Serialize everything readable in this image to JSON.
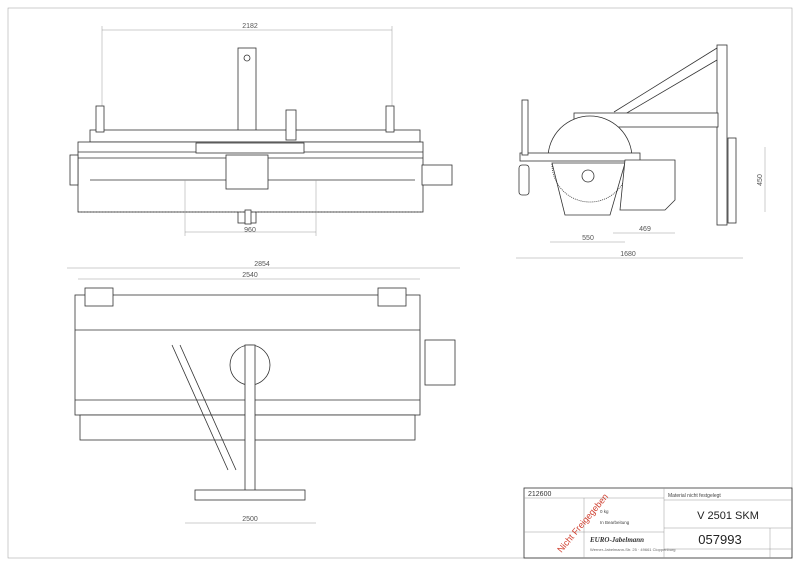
{
  "dimensions": {
    "front_width": "2182",
    "front_inner": "960",
    "side_brush": "550",
    "side_housing": "469",
    "side_total": "1680",
    "side_height": "450",
    "top_total": "2854",
    "top_inner": "2540",
    "top_bottom": "2500"
  },
  "title_block": {
    "article_no": "212600",
    "material": "Material nicht festgelegt",
    "weight": "0 kg",
    "status": "In Bearbeitung",
    "company": "EURO-Jabelmann",
    "address": "Werner-Jabelmann-Str. 25 · 49661 Cloppenburg",
    "designation": "V 2501 SKM",
    "drawing_no": "057993",
    "stamp": "Nicht Freigegeben"
  }
}
